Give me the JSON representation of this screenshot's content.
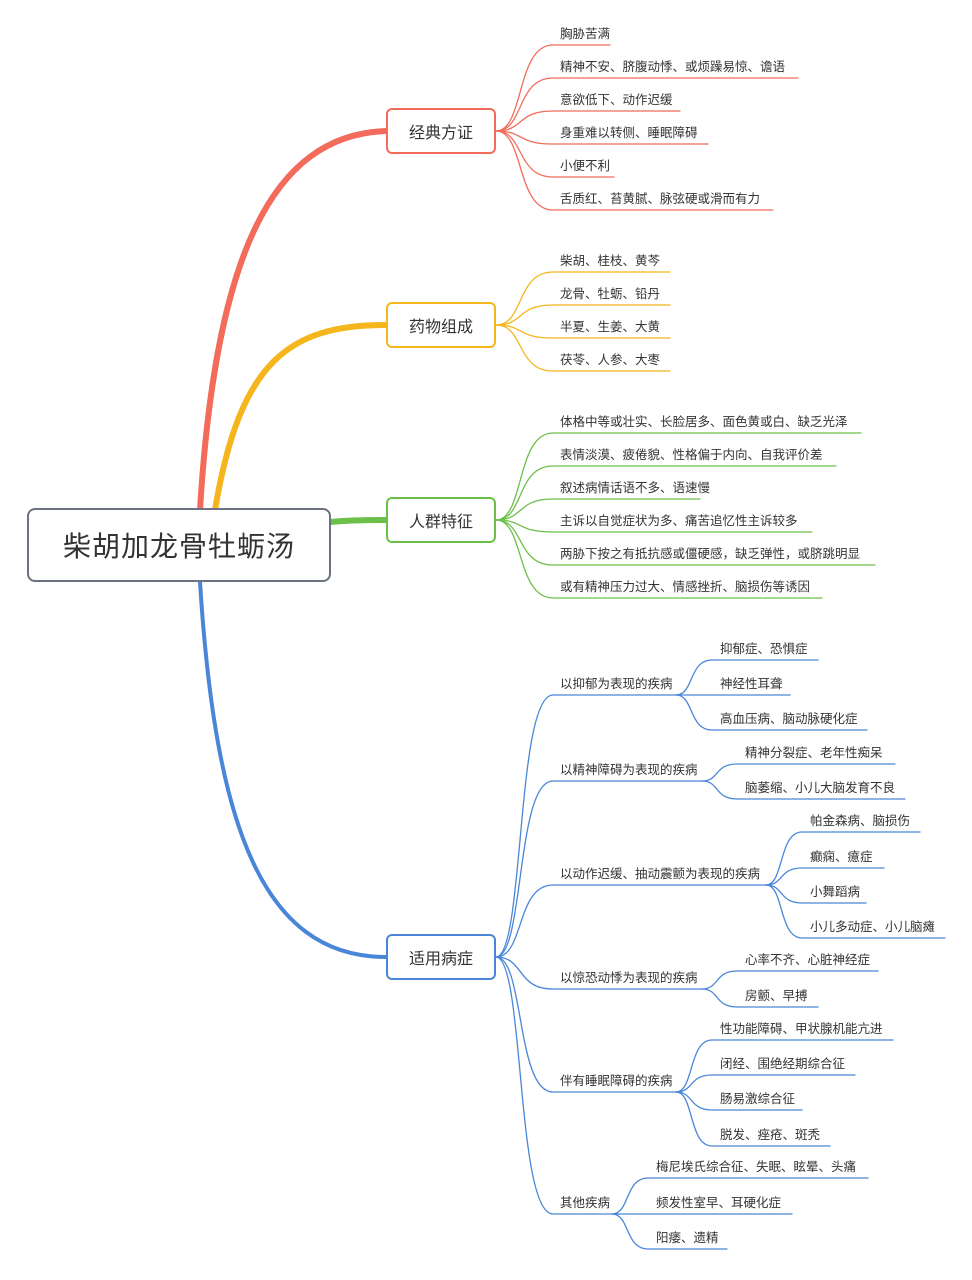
{
  "root": "柴胡加龙骨牡蛎汤",
  "colors": {
    "red": "#f26b5b",
    "yellow": "#f5b51c",
    "green": "#6cc04a",
    "blue": "#4a86d8",
    "border": "#6b7280"
  },
  "branches": [
    {
      "label": "经典方证",
      "color": "#f26b5b",
      "children": [
        "胸胁苦满",
        "精神不安、脐腹动悸、或烦躁易惊、谵语",
        "意欲低下、动作迟缓",
        "身重难以转侧、睡眠障碍",
        "小便不利",
        "舌质红、苔黄腻、脉弦硬或滑而有力"
      ]
    },
    {
      "label": "药物组成",
      "color": "#f5b51c",
      "children": [
        "柴胡、桂枝、黄芩",
        "龙骨、牡蛎、铅丹",
        "半夏、生姜、大黄",
        "茯苓、人参、大枣"
      ]
    },
    {
      "label": "人群特征",
      "color": "#6cc04a",
      "children": [
        "体格中等或壮实、长脸居多、面色黄或白、缺乏光泽",
        "表情淡漠、疲倦貌、性格偏于内向、自我评价差",
        "叙述病情话语不多、语速慢",
        "主诉以自觉症状为多、痛苦追忆性主诉较多",
        "两胁下按之有抵抗感或僵硬感，缺乏弹性，或脐跳明显",
        "或有精神压力过大、情感挫折、脑损伤等诱因"
      ]
    },
    {
      "label": "适用病症",
      "color": "#4a86d8",
      "children": [
        {
          "label": "以抑郁为表现的疾病",
          "children": [
            "抑郁症、恐惧症",
            "神经性耳聋",
            "高血压病、脑动脉硬化症"
          ]
        },
        {
          "label": "以精神障碍为表现的疾病",
          "children": [
            "精神分裂症、老年性痴呆",
            "脑萎缩、小儿大脑发育不良"
          ]
        },
        {
          "label": "以动作迟缓、抽动震颤为表现的疾病",
          "children": [
            "帕金森病、脑损伤",
            "癫痫、癔症",
            "小舞蹈病",
            "小儿多动症、小儿脑瘫"
          ]
        },
        {
          "label": "以惊恐动悸为表现的疾病",
          "children": [
            "心率不齐、心脏神经症",
            "房颤、早搏"
          ]
        },
        {
          "label": "伴有睡眠障碍的疾病",
          "children": [
            "性功能障碍、甲状腺机能亢进",
            "闭经、围绝经期综合征",
            "肠易激综合征",
            "脱发、痤疮、斑秃"
          ]
        },
        {
          "label": "其他疾病",
          "children": [
            "梅尼埃氏综合征、失眠、眩晕、头痛",
            "频发性室早、耳硬化症",
            "阳痿、遗精"
          ]
        }
      ]
    }
  ]
}
